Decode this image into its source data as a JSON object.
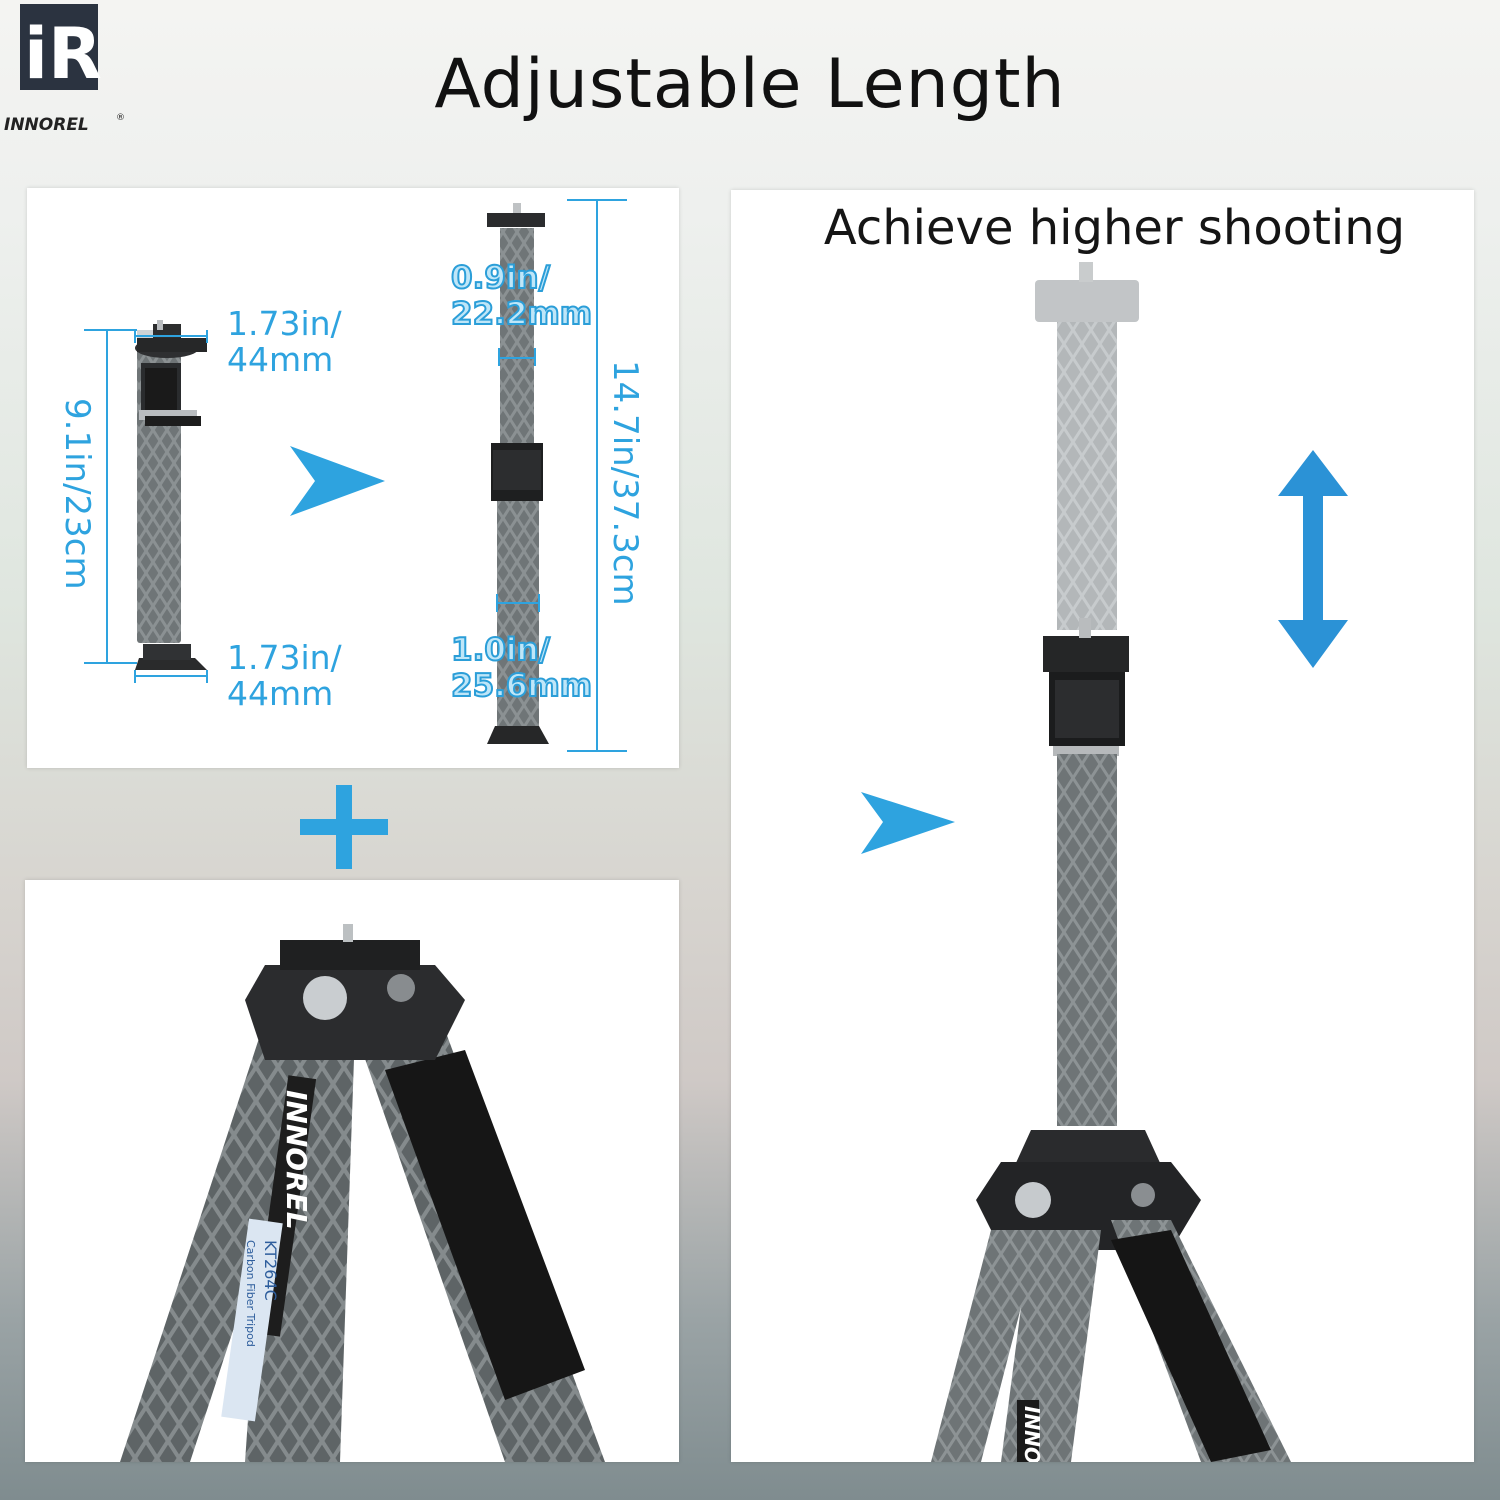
{
  "brand": {
    "logo_text": "iR",
    "name": "INNOREL",
    "mark": "®"
  },
  "page": {
    "title": "Adjustable Length"
  },
  "dimensions_panel": {
    "top_plate": "1.73in/\n44mm",
    "base_plate": "1.73in/\n44mm",
    "collapsed_height": "9.1in/23cm",
    "upper_tube": "0.9in/\n22.2mm",
    "lower_tube": "1.0in/\n25.6mm",
    "extended_height": "14.7in/37.3cm"
  },
  "tripod_panel": {
    "leg_brand": "INNOREL",
    "leg_model": "KT264C",
    "leg_desc": "Carbon Fiber Tripod"
  },
  "raised_panel": {
    "headline": "Achieve higher shooting",
    "leg_brand": "INNOREL"
  },
  "colors": {
    "accent": "#2ea3df",
    "arrow": "#2b92d6"
  },
  "icons": [
    "play-arrow-icon",
    "plus-icon",
    "up-down-arrow-icon"
  ]
}
